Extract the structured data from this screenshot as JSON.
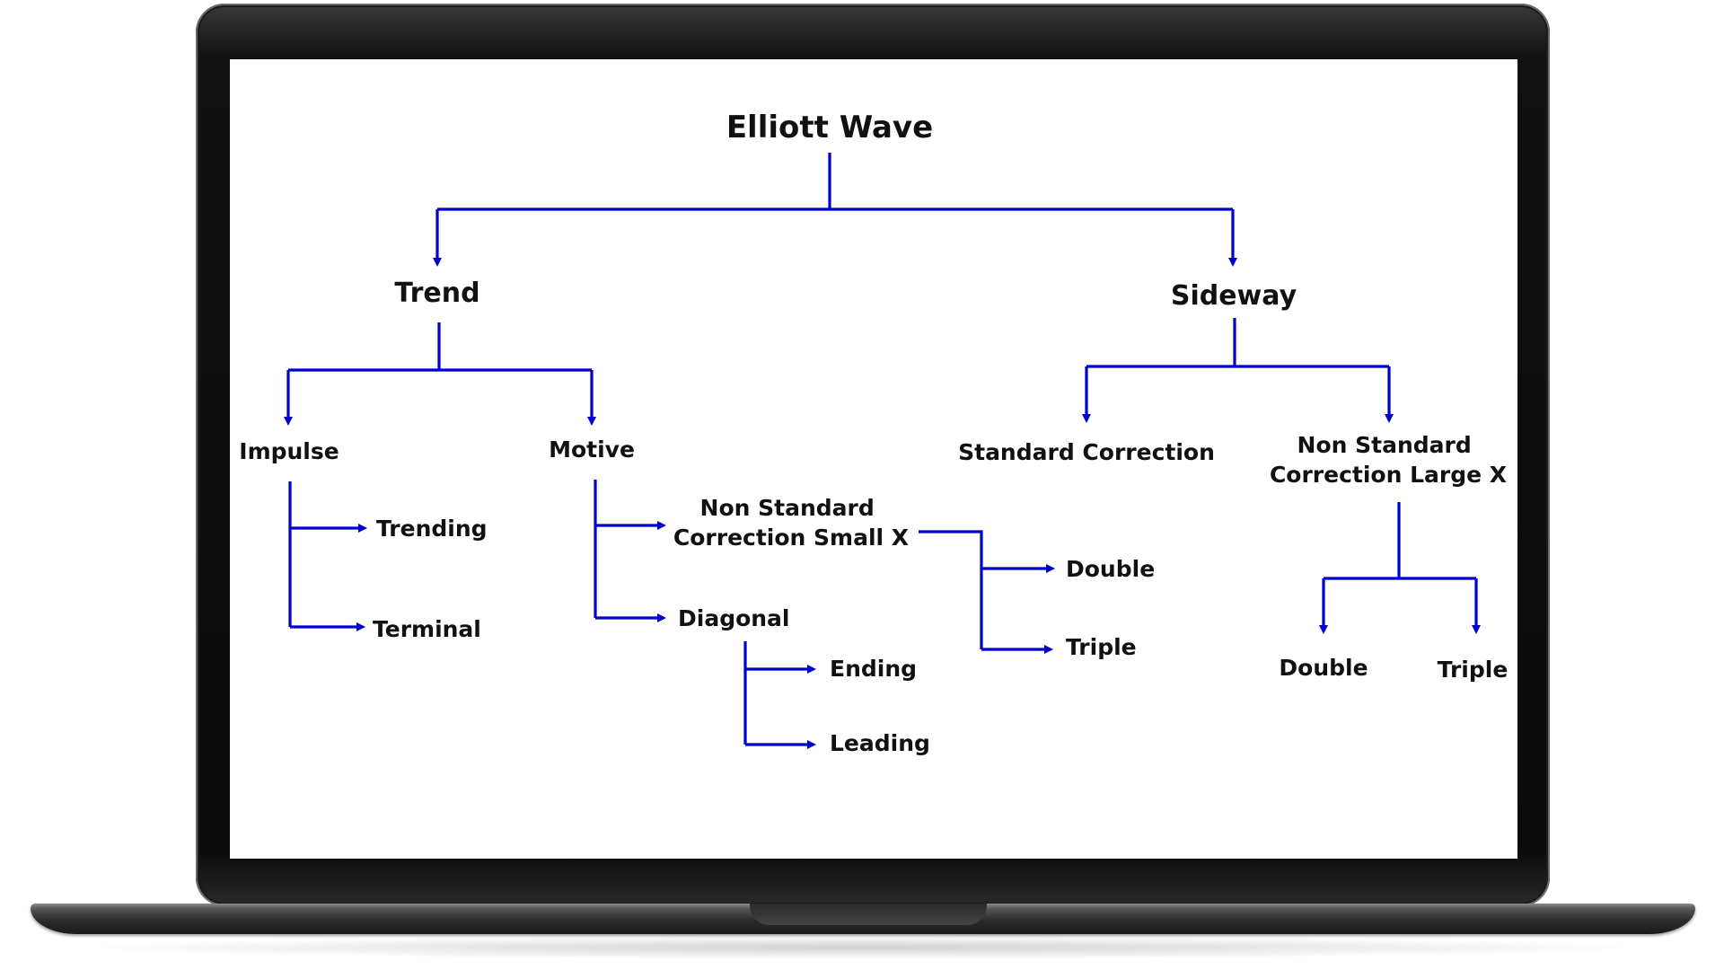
{
  "diagram": {
    "title": "Elliott Wave",
    "nodes": {
      "trend": "Trend",
      "sideway": "Sideway",
      "impulse": "Impulse",
      "motive": "Motive",
      "standard_correction": "Standard Correction",
      "ns_large_line1": "Non Standard",
      "ns_large_line2": "Correction Large X",
      "trending": "Trending",
      "terminal": "Terminal",
      "ns_small_line1": "Non Standard",
      "ns_small_line2": "Correction Small X",
      "diagonal": "Diagonal",
      "ending": "Ending",
      "leading": "Leading",
      "double_small": "Double",
      "triple_small": "Triple",
      "double_large": "Double",
      "triple_large": "Triple"
    },
    "connector_color": "#0000cc"
  },
  "device": {
    "type": "laptop",
    "frame_color": "#0b0b0b",
    "screen_color": "#ffffff"
  }
}
